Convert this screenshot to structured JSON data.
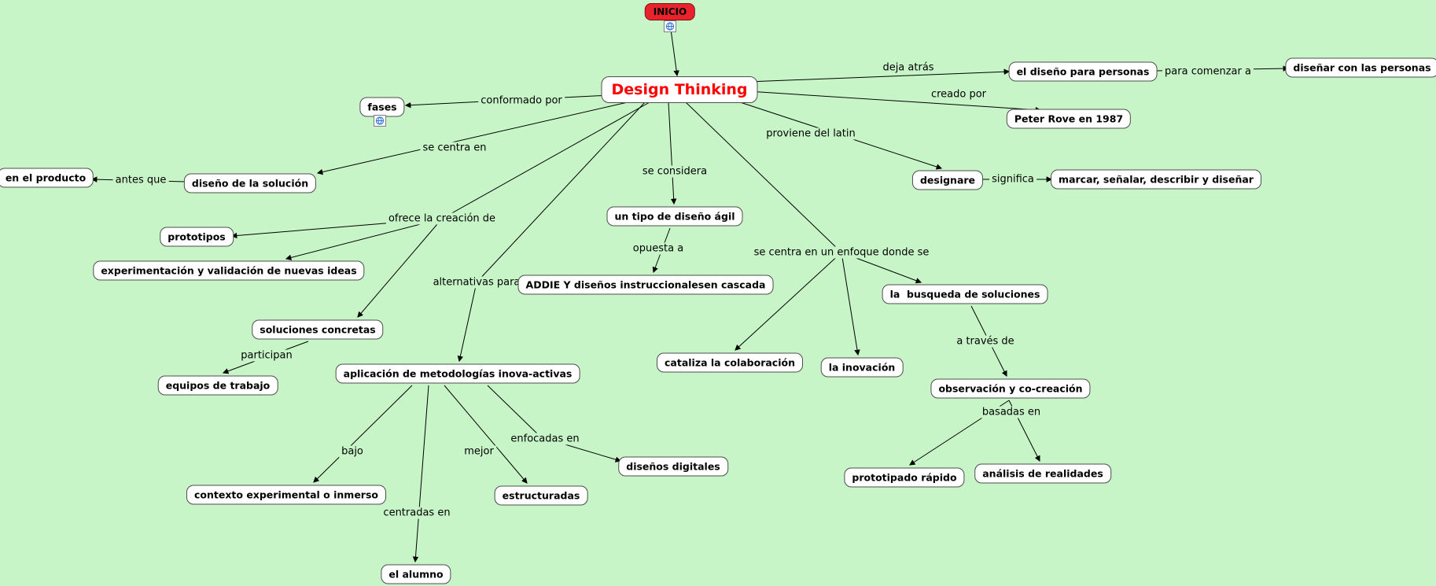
{
  "canvas": {
    "background": "#c8f5c8",
    "node_fill": "#ffffff",
    "node_border": "#4d4d4d",
    "edge_color": "#000000",
    "inicio_fill": "#e8232b",
    "title_text_color": "#ff0000"
  },
  "nodes": [
    {
      "id": "inicio",
      "label": "INICIO"
    },
    {
      "id": "design_thinking",
      "label": "Design Thinking"
    },
    {
      "id": "fases",
      "label": "fases"
    },
    {
      "id": "el_diseno_para_personas",
      "label": "el diseño para personas"
    },
    {
      "id": "disenar_con_las_personas",
      "label": "diseñar con las personas"
    },
    {
      "id": "peter_rove",
      "label": "Peter Rove en 1987"
    },
    {
      "id": "designare",
      "label": "designare"
    },
    {
      "id": "marcar_senalar",
      "label": "marcar, señalar, describir y diseñar"
    },
    {
      "id": "diseno_de_la_solucion",
      "label": "diseño de la solución"
    },
    {
      "id": "en_el_producto",
      "label": "en el producto"
    },
    {
      "id": "prototipos",
      "label": "prototipos"
    },
    {
      "id": "experimentacion",
      "label": "experimentación y validación de nuevas ideas"
    },
    {
      "id": "un_tipo_diseno_agil",
      "label": "un tipo de diseño ágil"
    },
    {
      "id": "addie",
      "label": "ADDIE Y diseños instruccionalesen cascada"
    },
    {
      "id": "soluciones_concretas",
      "label": "soluciones concretas"
    },
    {
      "id": "equipos_de_trabajo",
      "label": "equipos de trabajo"
    },
    {
      "id": "aplicacion_metodologias",
      "label": "aplicación de metodologías inova-activas"
    },
    {
      "id": "cataliza_colaboracion",
      "label": "cataliza la colaboración"
    },
    {
      "id": "la_inovacion",
      "label": "la inovación"
    },
    {
      "id": "busqueda_soluciones",
      "label": "la  busqueda de soluciones"
    },
    {
      "id": "observacion_cocreacion",
      "label": "observación y co-creación"
    },
    {
      "id": "prototipado_rapido",
      "label": "prototipado rápido"
    },
    {
      "id": "analisis_realidades",
      "label": "análisis de realidades"
    },
    {
      "id": "contexto_experimental",
      "label": "contexto experimental o inmerso"
    },
    {
      "id": "estructuradas",
      "label": "estructuradas"
    },
    {
      "id": "disenos_digitales",
      "label": "diseños digitales"
    },
    {
      "id": "el_alumno",
      "label": "el alumno"
    }
  ],
  "link_labels": [
    {
      "id": "conformado_por",
      "text": "conformado por"
    },
    {
      "id": "deja_atras",
      "text": "deja atrás"
    },
    {
      "id": "para_comenzar_a",
      "text": "para comenzar a"
    },
    {
      "id": "creado_por",
      "text": "creado por"
    },
    {
      "id": "proviene_del_latin",
      "text": "proviene del latin"
    },
    {
      "id": "se_centra_en",
      "text": "se centra en"
    },
    {
      "id": "se_considera",
      "text": "se considera"
    },
    {
      "id": "antes_que",
      "text": "antes que"
    },
    {
      "id": "significa",
      "text": "significa"
    },
    {
      "id": "ofrece_la_creacion_de",
      "text": "ofrece la creación de"
    },
    {
      "id": "opuesta_a",
      "text": "opuesta a"
    },
    {
      "id": "se_centra_en_un_enfoque",
      "text": "se centra en un enfoque donde se"
    },
    {
      "id": "alternativas_para",
      "text": "alternativas para"
    },
    {
      "id": "a_traves_de",
      "text": "a través de"
    },
    {
      "id": "participan",
      "text": "participan"
    },
    {
      "id": "basadas_en",
      "text": "basadas en"
    },
    {
      "id": "bajo",
      "text": "bajo"
    },
    {
      "id": "mejor",
      "text": "mejor"
    },
    {
      "id": "enfocadas_en",
      "text": "enfocadas en"
    },
    {
      "id": "centradas_en",
      "text": "centradas en"
    }
  ],
  "icons": [
    {
      "id": "inicio_resource",
      "type": "globe-resource-icon"
    },
    {
      "id": "fases_resource",
      "type": "globe-resource-icon"
    }
  ]
}
